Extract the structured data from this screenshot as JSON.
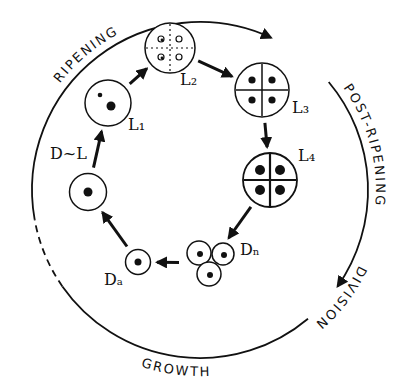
{
  "diagram": {
    "nodes": [
      {
        "text": [
          "L₁"
        ]
      },
      {
        "text": [
          "L₂"
        ]
      },
      {
        "text": [
          "L₃"
        ]
      },
      {
        "text": [
          "L₄"
        ]
      },
      {
        "text": [
          "Dₙ"
        ]
      },
      {
        "text": [
          "Dₐ"
        ]
      },
      {
        "text": [
          "D~L"
        ]
      }
    ],
    "edges": [
      {
        "from": 0,
        "to": 1,
        "arrow": "to"
      },
      {
        "from": 1,
        "to": 2,
        "arrow": "to"
      },
      {
        "from": 2,
        "to": 3,
        "arrow": "to"
      },
      {
        "from": 3,
        "to": 4,
        "arrow": "to"
      },
      {
        "from": 4,
        "to": 5,
        "arrow": "to"
      },
      {
        "from": 5,
        "to": 6,
        "arrow": "to"
      },
      {
        "from": 6,
        "to": 0,
        "arrow": "to"
      }
    ],
    "labels": [
      "RIPENING",
      "POST-RIPENING",
      "DIVISION",
      "GROWTH"
    ]
  }
}
